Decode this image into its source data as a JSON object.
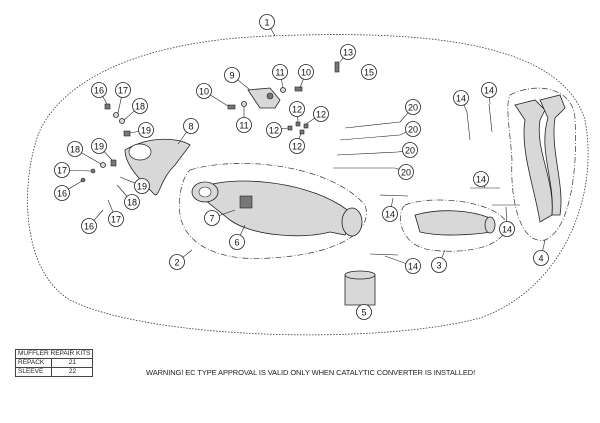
{
  "callouts": [
    {
      "id": "1"
    },
    {
      "id": "13"
    },
    {
      "id": "15"
    },
    {
      "id": "10"
    },
    {
      "id": "11"
    },
    {
      "id": "9"
    },
    {
      "id": "10"
    },
    {
      "id": "11"
    },
    {
      "id": "12"
    },
    {
      "id": "12"
    },
    {
      "id": "12"
    },
    {
      "id": "12"
    },
    {
      "id": "16"
    },
    {
      "id": "17"
    },
    {
      "id": "18"
    },
    {
      "id": "19"
    },
    {
      "id": "8"
    },
    {
      "id": "18"
    },
    {
      "id": "19"
    },
    {
      "id": "17"
    },
    {
      "id": "16"
    },
    {
      "id": "19"
    },
    {
      "id": "18"
    },
    {
      "id": "17"
    },
    {
      "id": "16"
    },
    {
      "id": "20"
    },
    {
      "id": "20"
    },
    {
      "id": "20"
    },
    {
      "id": "20"
    },
    {
      "id": "14"
    },
    {
      "id": "14"
    },
    {
      "id": "14"
    },
    {
      "id": "14"
    },
    {
      "id": "14"
    },
    {
      "id": "14"
    },
    {
      "id": "7"
    },
    {
      "id": "6"
    },
    {
      "id": "2"
    },
    {
      "id": "3"
    },
    {
      "id": "4"
    },
    {
      "id": "5"
    }
  ],
  "kits_table": {
    "title": "MUFFLER REPAIR KITS",
    "rows": [
      {
        "label": "REPACK",
        "value": "21"
      },
      {
        "label": "SLEEVE",
        "value": "22"
      }
    ]
  },
  "warning": "WARNING! EC TYPE APPROVAL IS VALID ONLY WHEN CATALYTIC CONVERTER IS INSTALLED!"
}
